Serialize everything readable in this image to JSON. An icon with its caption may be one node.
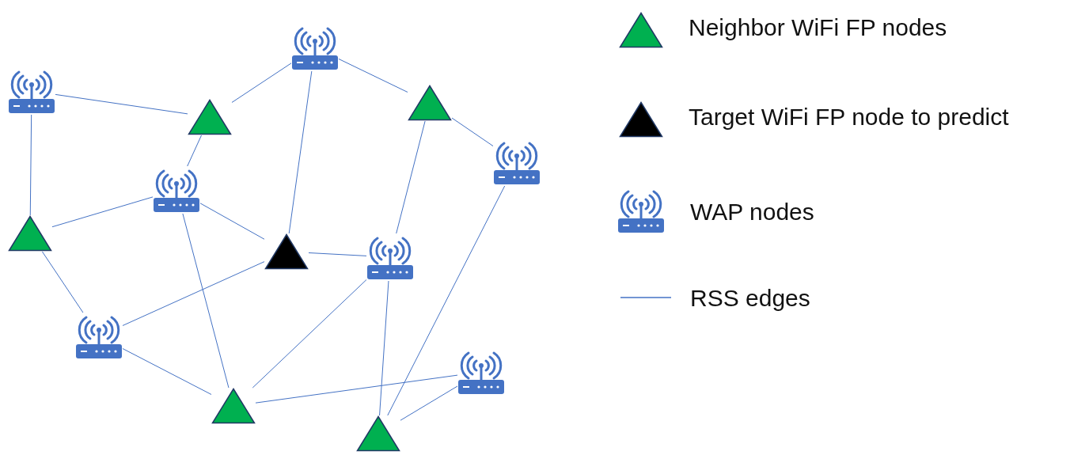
{
  "diagram": {
    "nodes": [
      {
        "text": [],
        "shape": "router"
      },
      {
        "text": [],
        "shape": "router"
      },
      {
        "text": [],
        "shape": "triangle"
      },
      {
        "text": [],
        "shape": "triangle"
      },
      {
        "text": [],
        "shape": "router"
      },
      {
        "text": [],
        "shape": "router"
      },
      {
        "text": [],
        "shape": "triangle"
      },
      {
        "text": [],
        "shape": "triangle"
      },
      {
        "text": [],
        "shape": "router"
      },
      {
        "text": [],
        "shape": "router"
      },
      {
        "text": [],
        "shape": "router"
      },
      {
        "text": [],
        "shape": "triangle"
      },
      {
        "text": [],
        "shape": "triangle"
      }
    ],
    "edges": [
      {
        "from": 1,
        "to": 3,
        "arrow": "none"
      },
      {
        "from": 0,
        "to": 3,
        "arrow": "none"
      },
      {
        "from": 3,
        "to": 5,
        "arrow": "none"
      },
      {
        "from": 0,
        "to": 7,
        "arrow": "none"
      },
      {
        "from": 0,
        "to": 2,
        "arrow": "none"
      },
      {
        "from": 2,
        "to": 4,
        "arrow": "none"
      },
      {
        "from": 2,
        "to": 8,
        "arrow": "none"
      },
      {
        "from": 1,
        "to": 6,
        "arrow": "none"
      },
      {
        "from": 6,
        "to": 5,
        "arrow": "none"
      },
      {
        "from": 5,
        "to": 11,
        "arrow": "none"
      },
      {
        "from": 5,
        "to": 7,
        "arrow": "none"
      },
      {
        "from": 7,
        "to": 8,
        "arrow": "none"
      },
      {
        "from": 6,
        "to": 9,
        "arrow": "none"
      },
      {
        "from": 9,
        "to": 7,
        "arrow": "none"
      },
      {
        "from": 9,
        "to": 11,
        "arrow": "none"
      },
      {
        "from": 8,
        "to": 11,
        "arrow": "none"
      },
      {
        "from": 8,
        "to": 12,
        "arrow": "none"
      },
      {
        "from": 11,
        "to": 10,
        "arrow": "none"
      },
      {
        "from": 10,
        "to": 12,
        "arrow": "none"
      },
      {
        "from": 4,
        "to": 12,
        "arrow": "none"
      }
    ],
    "legend": [
      {
        "text": "Neighbor WiFi FP nodes"
      },
      {
        "text": "Target WiFi FP node to predict"
      },
      {
        "text": "WAP nodes"
      },
      {
        "text": "RSS edges"
      }
    ]
  }
}
